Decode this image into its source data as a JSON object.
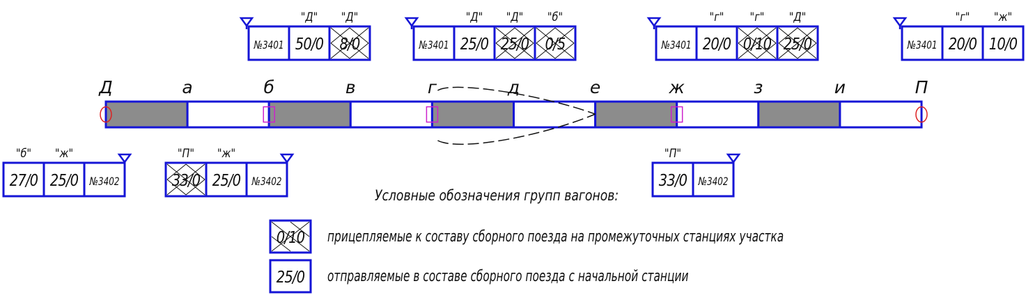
{
  "colors": {
    "outline": "#1515d6",
    "segment_fill": "#8c8c8c",
    "ink": "#111111",
    "marker_red": "#dd2222",
    "marker_magenta": "#cc22cc"
  },
  "stations": [
    "Д",
    "а",
    "б",
    "в",
    "г",
    "д",
    "е",
    "ж",
    "з",
    "и",
    "П"
  ],
  "track": {
    "shaded_segments": [
      true,
      false,
      true,
      false,
      true,
      false,
      true,
      false,
      true,
      false
    ],
    "end_markers": [
      "Д",
      "П"
    ],
    "square_markers": [
      "б",
      "г",
      "ж"
    ]
  },
  "trains_top": [
    {
      "station": "Д",
      "cells": [
        {
          "text": "№3401",
          "kind": "number"
        },
        {
          "text": "50/0",
          "kind": "plain",
          "label": "\"Д\""
        },
        {
          "text": "8/0",
          "kind": "crossed",
          "label": "\"Д\""
        }
      ]
    },
    {
      "station": "б",
      "cells": [
        {
          "text": "№3401",
          "kind": "number"
        },
        {
          "text": "25/0",
          "kind": "plain",
          "label": "\"Д\""
        },
        {
          "text": "25/0",
          "kind": "crossed",
          "label": "\"Д\""
        },
        {
          "text": "0/5",
          "kind": "crossed",
          "label": "\"б\""
        }
      ]
    },
    {
      "station": "е",
      "cells": [
        {
          "text": "№3401",
          "kind": "number"
        },
        {
          "text": "20/0",
          "kind": "plain",
          "label": "\"г\""
        },
        {
          "text": "0/10",
          "kind": "crossed",
          "label": "\"г\""
        },
        {
          "text": "25/0",
          "kind": "crossed",
          "label": "\"Д\""
        }
      ]
    },
    {
      "station": "и",
      "cells": [
        {
          "text": "№3401",
          "kind": "number"
        },
        {
          "text": "20/0",
          "kind": "plain",
          "label": "\"г\""
        },
        {
          "text": "10/0",
          "kind": "plain",
          "label": "\"ж\""
        }
      ]
    }
  ],
  "trains_bottom": [
    {
      "station": "а",
      "cells": [
        {
          "text": "27/0",
          "kind": "plain",
          "label": "\"б\""
        },
        {
          "text": "25/0",
          "kind": "plain",
          "label": "\"ж\""
        },
        {
          "text": "№3402",
          "kind": "number"
        }
      ]
    },
    {
      "station": "в",
      "cells": [
        {
          "text": "33/0",
          "kind": "crossed",
          "label": "\"П\""
        },
        {
          "text": "25/0",
          "kind": "plain",
          "label": "\"ж\""
        },
        {
          "text": "№3402",
          "kind": "number"
        }
      ]
    },
    {
      "station": "з",
      "cells": [
        {
          "text": "33/0",
          "kind": "plain",
          "label": "\"П\""
        },
        {
          "text": "№3402",
          "kind": "number"
        }
      ]
    }
  ],
  "legend": {
    "title": "Условные обозначения групп вагонов:",
    "items": [
      {
        "sample": "0/10",
        "kind": "crossed",
        "description": "прицепляемые к составу сборного поезда на промежуточных станциях участка"
      },
      {
        "sample": "25/0",
        "kind": "plain",
        "description": "отправляемые в составе сборного поезда с начальной станции"
      }
    ]
  }
}
